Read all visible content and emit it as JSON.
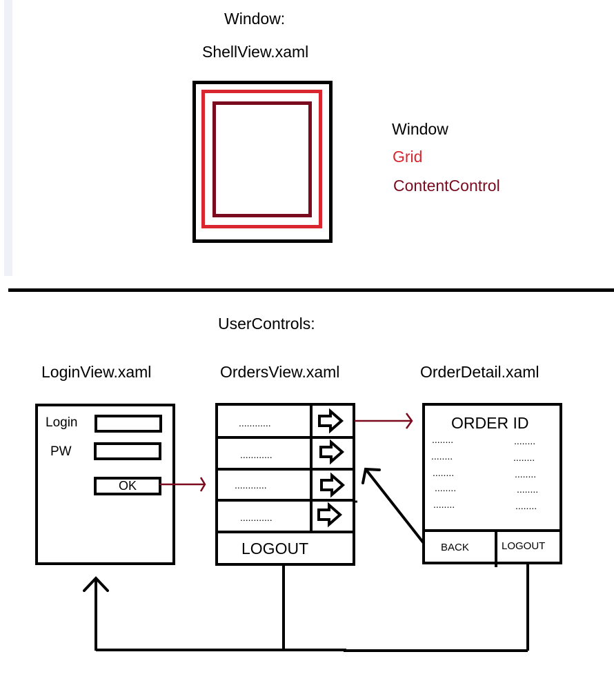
{
  "top_section": {
    "title_line1": "Window:",
    "title_line2": "ShellView.xaml",
    "legend": [
      {
        "label": "Window",
        "color": "#000000"
      },
      {
        "label": "Grid",
        "color": "#d9262f"
      },
      {
        "label": "ContentControl",
        "color": "#7a0b1f"
      }
    ]
  },
  "bottom_section": {
    "title": "UserControls:",
    "login_view": {
      "title": "LoginView.xaml",
      "login_label": "Login",
      "pw_label": "PW",
      "ok_label": "OK"
    },
    "orders_view": {
      "title": "OrdersView.xaml",
      "rows": [
        {
          "text": "............"
        },
        {
          "text": "............"
        },
        {
          "text": "............"
        },
        {
          "text": "............"
        }
      ],
      "logout_label": "LOGOUT"
    },
    "order_detail": {
      "title": "OrderDetail.xaml",
      "header": "ORDER ID",
      "left_fields": [
        "........",
        "........",
        "........",
        "........",
        "........"
      ],
      "right_fields": [
        "........",
        "........",
        "........",
        "........",
        "........"
      ],
      "back_label": "BACK",
      "logout_label": "LOGOUT"
    }
  },
  "colors": {
    "window": "#000000",
    "grid": "#d9262f",
    "content_control": "#7a0b1f",
    "arrow_red": "#7a0b1f"
  }
}
